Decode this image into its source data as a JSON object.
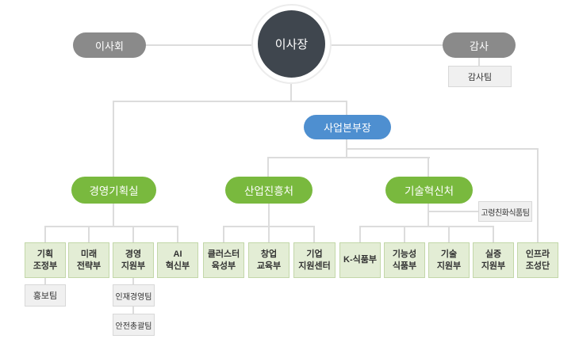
{
  "org_chart": {
    "chairman": {
      "label": "이사장"
    },
    "board": {
      "label": "이사회"
    },
    "auditor": {
      "label": "감사",
      "team": "감사팀"
    },
    "business_head": {
      "label": "사업본부장"
    },
    "offices": [
      {
        "label": "경영기획실",
        "departments": [
          {
            "label": "기획\n조정부",
            "teams": [
              "홍보팀"
            ]
          },
          {
            "label": "미래\n전략부",
            "teams": []
          },
          {
            "label": "경영\n지원부",
            "teams": [
              "인재경영팀",
              "안전총괄팀"
            ]
          },
          {
            "label": "AI\n혁신부",
            "teams": []
          }
        ]
      },
      {
        "label": "산업진흥처",
        "departments": [
          {
            "label": "클러스터\n육성부",
            "teams": []
          },
          {
            "label": "창업\n교육부",
            "teams": []
          },
          {
            "label": "기업\n지원센터",
            "teams": []
          }
        ]
      },
      {
        "label": "기술혁신처",
        "direct_team": "고령친화식품팀",
        "departments": [
          {
            "label": "K-식품부",
            "teams": []
          },
          {
            "label": "기능성\n식품부",
            "teams": []
          },
          {
            "label": "기술\n지원부",
            "teams": []
          },
          {
            "label": "실증\n지원부",
            "teams": []
          }
        ]
      }
    ],
    "direct_department": {
      "label": "인프라\n조성단"
    },
    "colors": {
      "chairman_circle": "#3f464e",
      "gray_pill": "#8a8a8a",
      "blue_pill": "#4e8fd0",
      "green_pill": "#79b93e",
      "dept_fill": "#e3edd5",
      "dept_border": "#c3d7a9",
      "team_fill": "#f0f0f0",
      "team_border": "#d8d8d8",
      "connector": "#dcdcdc",
      "background": "#ffffff"
    }
  }
}
